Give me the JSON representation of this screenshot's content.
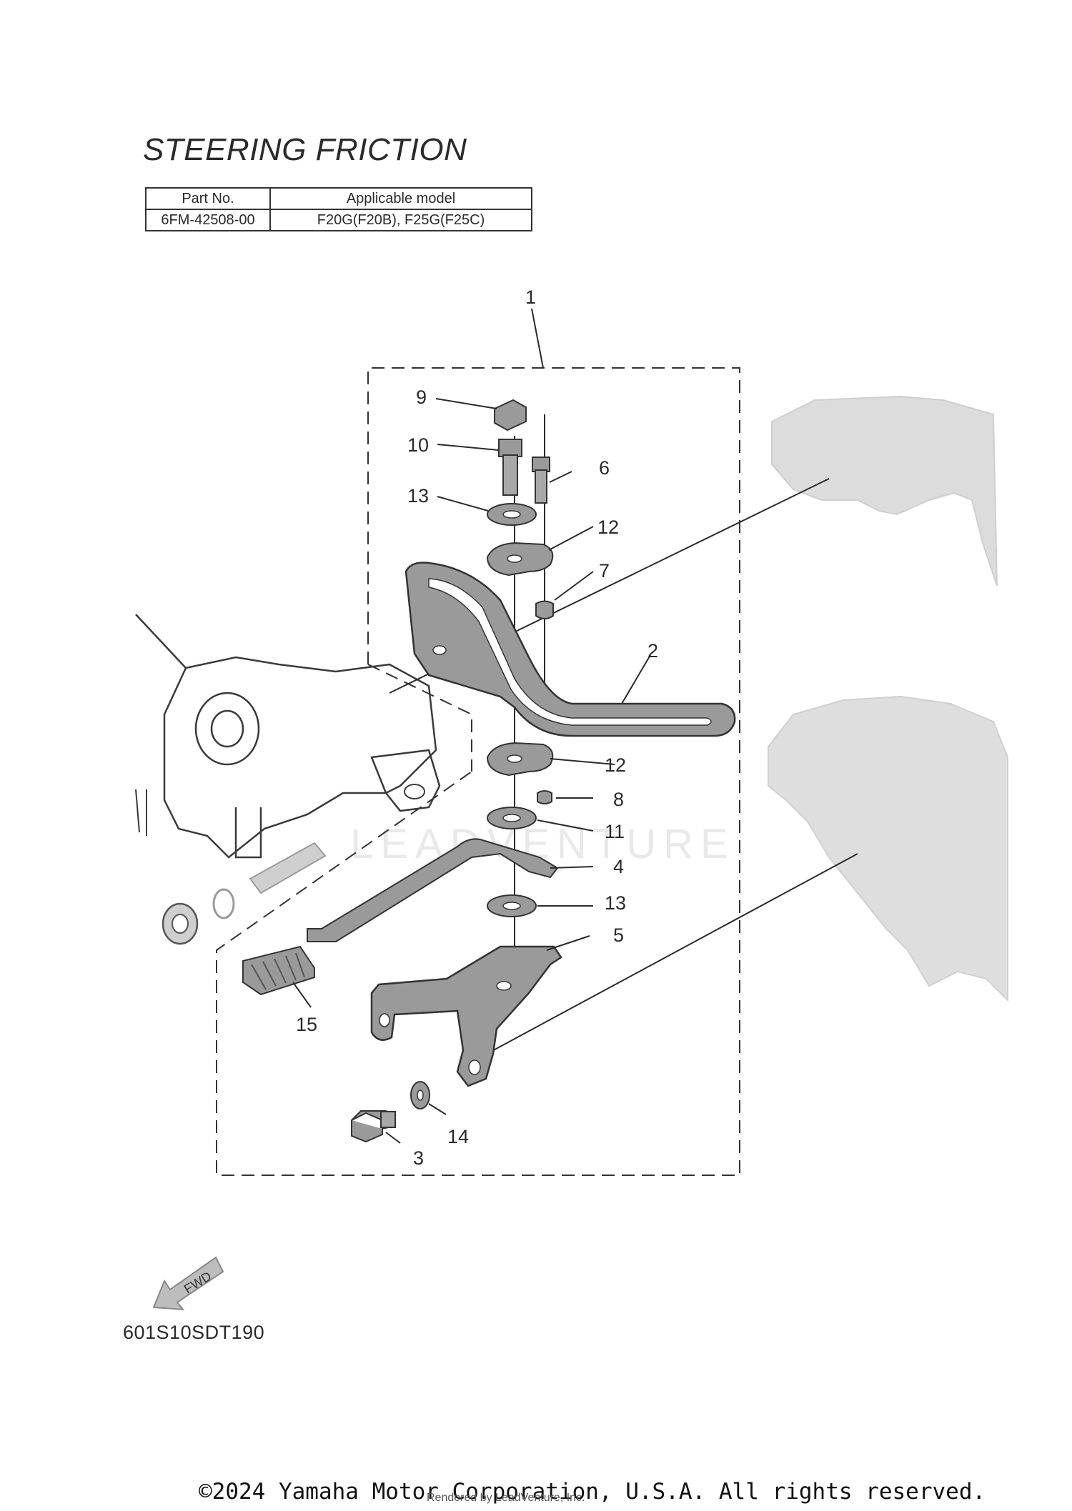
{
  "title": "STEERING FRICTION",
  "parts_table": {
    "headers": [
      "Part No.",
      "Applicable model"
    ],
    "rows": [
      [
        "6FM-42508-00",
        "F20G(F20B), F25G(F25C)"
      ]
    ]
  },
  "callouts": [
    "1",
    "2",
    "3",
    "4",
    "5",
    "6",
    "7",
    "8",
    "9",
    "10",
    "11",
    "12",
    "12",
    "13",
    "13",
    "14",
    "15"
  ],
  "fwd_label": "FWD",
  "diagram_code": "601S10SDT190",
  "watermark": "LEADVENTURE",
  "copyright": "©2024 Yamaha Motor Corporation, U.S.A. All rights reserved.",
  "rendered_by": "Rendered by LeadVenture, Inc.",
  "colors": {
    "ink": "#2a2a2a",
    "part_fill": "#9a9a9a",
    "ghost_fill": "#dcdcdc"
  }
}
